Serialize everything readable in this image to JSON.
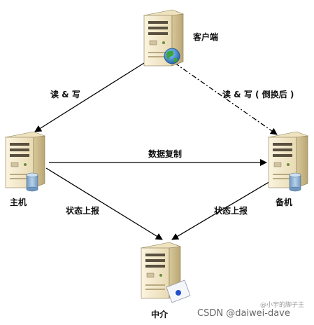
{
  "nodes": {
    "client": "客户端",
    "master": "主机",
    "backup": "备机",
    "arbiter": "中介"
  },
  "edges": {
    "client_to_master": "读 & 写",
    "client_to_backup": "读 & 写 ( 倒换后 )",
    "replication": "数据复制",
    "master_status": "状态上报",
    "backup_status": "状态上报"
  },
  "watermark": "CSDN @daiwei-dave",
  "watermark_faint": "@小宇的脚子王",
  "colors": {
    "arrow": "#000000",
    "server_body": "#f1e6c6",
    "server_side": "#c9b887",
    "globe": "#2f7fc9",
    "db": "#8fb3d6"
  }
}
